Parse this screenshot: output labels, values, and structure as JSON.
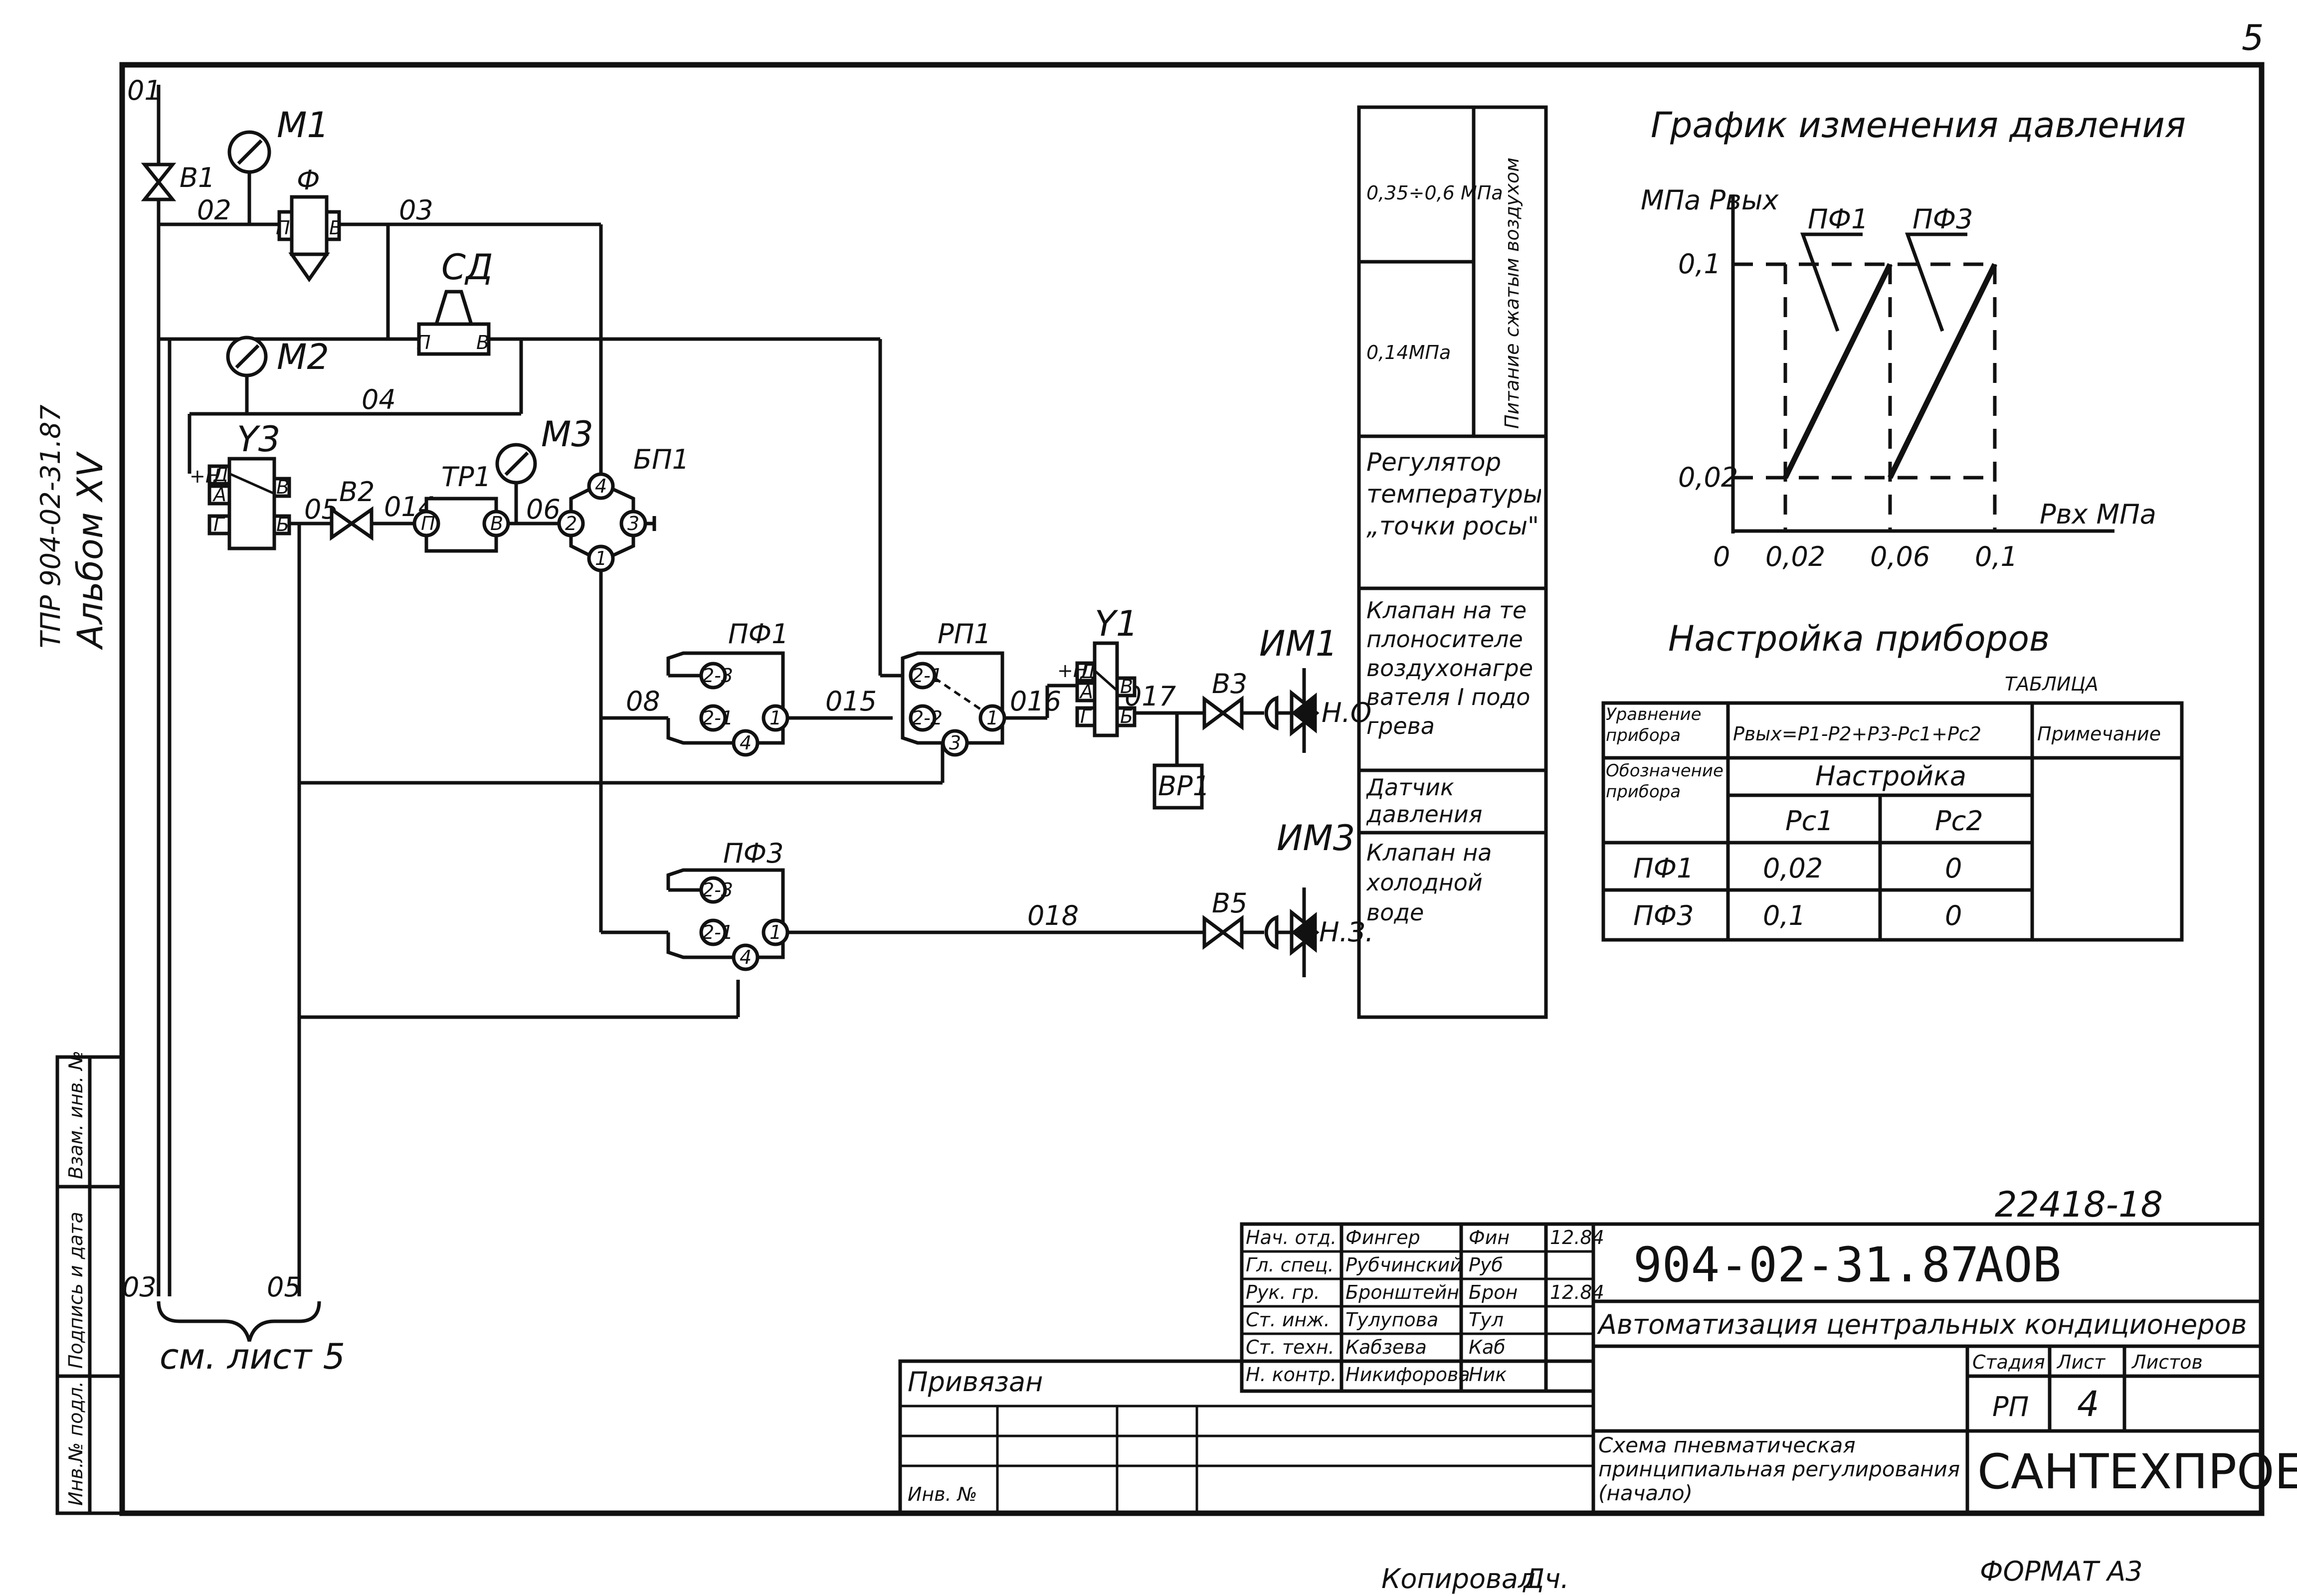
{
  "sheet": {
    "page_number": "5",
    "format": "ФОРМАТ А3",
    "copied": "Копировал:",
    "copier_sign": "Дч.",
    "project_code_vertical": "ТПР 904-02-31.87",
    "album_vertical": "Альбом XV",
    "side_stamp": [
      "Инв.№ подл.",
      "Подпись и дата",
      "Взам. инв. №"
    ],
    "see_sheet": "см. лист 5",
    "stamp_number": "22418-18"
  },
  "diagram": {
    "pipes": [
      "01",
      "02",
      "03",
      "04",
      "05",
      "06",
      "014",
      "08",
      "015",
      "016",
      "017",
      "018",
      "03",
      "05"
    ],
    "instruments": {
      "gauges": [
        "М1",
        "М2",
        "М3"
      ],
      "valves": [
        "В1",
        "В2",
        "В3",
        "В5"
      ],
      "filter": "Ф",
      "filter_ports": [
        "П",
        "В"
      ],
      "dryer": "СД",
      "dryer_ports": [
        "П",
        "В"
      ],
      "y3": "Y3",
      "y3_ports": [
        "Д",
        "А",
        "Г",
        "В",
        "Б"
      ],
      "y3_side": "+Н",
      "tr1": "ТР1",
      "tr1_ports": [
        "П",
        "В"
      ],
      "bp1": "БП1",
      "bp1_ports": [
        "4",
        "2",
        "3",
        "1"
      ],
      "pf1": "ПФ1",
      "pf1_ports": [
        "2-3",
        "2-1",
        "1",
        "4"
      ],
      "rp1": "РП1",
      "rp1_ports": [
        "2-1",
        "2-2",
        "1",
        "3"
      ],
      "y1": "Y1",
      "y1_ports": [
        "Д",
        "А",
        "Г",
        "В",
        "Б"
      ],
      "y1_side": "+Н",
      "vr1": "ВР1",
      "pf3": "ПФ3",
      "pf3_ports": [
        "2-3",
        "2-1",
        "1",
        "4"
      ],
      "im1": "ИМ1",
      "im1_state": "Н.О",
      "im3": "ИМ3",
      "im3_state": "Н.З."
    }
  },
  "legend_table": {
    "pressure_high": "0,35÷0,6 МПа",
    "pressure_low": "0,14МПа",
    "supply": "Питание сжатым воздухом",
    "rows": [
      "Регулятор температуры „точки росы\"",
      "Клапан на теплоносителе воздухонагревателя I подогрева",
      "Датчик давления",
      "Клапан на холодной воде"
    ]
  },
  "chart_data": {
    "type": "line",
    "title": "График изменения давления",
    "ylabel": "МПа  Рвых",
    "xlabel": "Рвх  МПа",
    "xlim": [
      0,
      0.1
    ],
    "ylim": [
      0,
      0.1
    ],
    "xticks": [
      "0",
      "0,02",
      "0,06",
      "0,1"
    ],
    "yticks": [
      "0,1",
      "0,02"
    ],
    "series": [
      {
        "name": "ПФ1",
        "x": [
          0.02,
          0.06
        ],
        "y": [
          0.02,
          0.1
        ]
      },
      {
        "name": "ПФ3",
        "x": [
          0.06,
          0.1
        ],
        "y": [
          0.02,
          0.1
        ]
      }
    ]
  },
  "settings_table": {
    "heading": "Настройка приборов",
    "table_word": "ТАБЛИЦА",
    "col_equation": "Уравнение прибора",
    "equation": "Рвых=Р1-Р2+Р3-Рс1+Рс2",
    "col_note": "Примечание",
    "col_designation": "Обозначение прибора",
    "col_setting": "Настройка",
    "col_pc1": "Рс1",
    "col_pc2": "Рс2",
    "rows": [
      {
        "device": "ПФ1",
        "pc1": "0,02",
        "pc2": "0"
      },
      {
        "device": "ПФ3",
        "pc1": "0,1",
        "pc2": "0"
      }
    ]
  },
  "title_block": {
    "doc_code": "904-02-31.87",
    "doc_mark": "АОВ",
    "project_title": "Автоматизация центральных кондиционеров",
    "sheet_title": "Схема пневматическая принципиальная регулирования (начало)",
    "org": "САНТЕХПРОЕКТ",
    "stage_label": "Стадия",
    "sheet_label": "Лист",
    "sheets_label": "Листов",
    "stage": "РП",
    "sheet_no": "4",
    "bound": "Привязан",
    "inv_no": "Инв. №",
    "staff": [
      {
        "role": "Нач. отд.",
        "name": "Фингер",
        "sign": "Фин",
        "date": "12.84"
      },
      {
        "role": "Гл. спец.",
        "name": "Рубчинский",
        "sign": "Руб",
        "date": ""
      },
      {
        "role": "Рук. гр.",
        "name": "Бронштейн",
        "sign": "Брон",
        "date": "12.84"
      },
      {
        "role": "Ст. инж.",
        "name": "Тулупова",
        "sign": "Тул",
        "date": ""
      },
      {
        "role": "Ст. техн.",
        "name": "Кабзева",
        "sign": "Каб",
        "date": ""
      },
      {
        "role": "Н. контр.",
        "name": "Никифорова",
        "sign": "Ник",
        "date": ""
      }
    ]
  }
}
